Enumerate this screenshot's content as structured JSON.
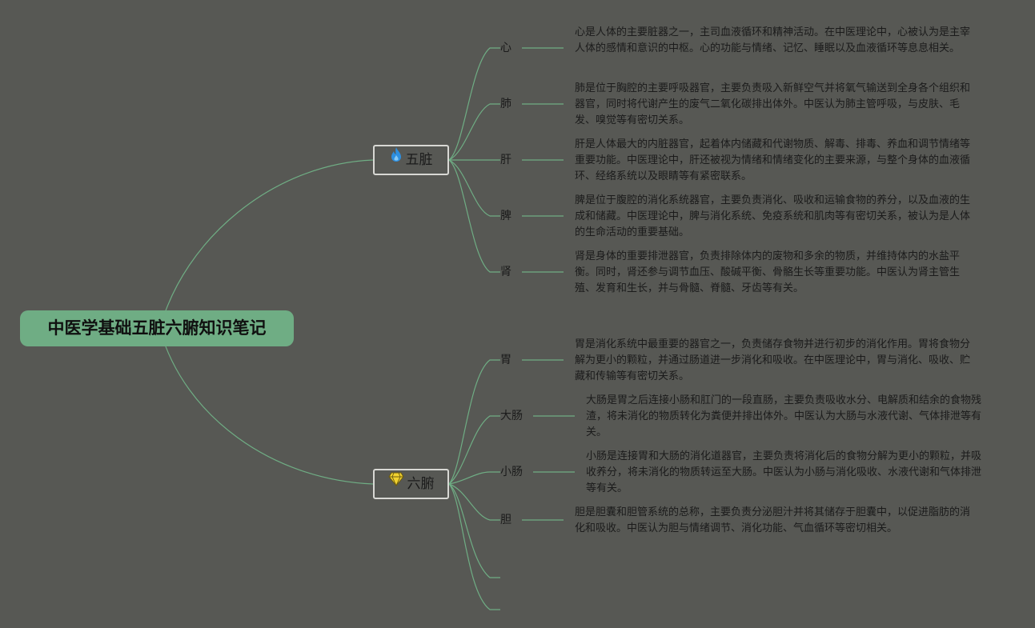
{
  "root": {
    "title": "中医学基础五脏六腑知识笔记"
  },
  "branches": {
    "zang": {
      "label": "五脏",
      "icon": "fire-icon",
      "icon_color": "#2d8fe0"
    },
    "fu": {
      "label": "六腑",
      "icon": "diamond-icon",
      "icon_color": "#f1d230"
    }
  },
  "zang_items": [
    {
      "name": "心",
      "desc": "心是人体的主要脏器之一，主司血液循环和精神活动。在中医理论中，心被认为是主宰人体的感情和意识的中枢。心的功能与情绪、记忆、睡眠以及血液循环等息息相关。"
    },
    {
      "name": "肺",
      "desc": "肺是位于胸腔的主要呼吸器官，主要负责吸入新鲜空气并将氧气输送到全身各个组织和器官，同时将代谢产生的废气二氧化碳排出体外。中医认为肺主管呼吸，与皮肤、毛发、嗅觉等有密切关系。"
    },
    {
      "name": "肝",
      "desc": "肝是人体最大的内脏器官，起着体内储藏和代谢物质、解毒、排毒、养血和调节情绪等重要功能。中医理论中，肝还被视为情绪和情绪变化的主要来源，与整个身体的血液循环、经络系统以及眼睛等有紧密联系。"
    },
    {
      "name": "脾",
      "desc": "脾是位于腹腔的消化系统器官，主要负责消化、吸收和运输食物的养分，以及血液的生成和储藏。中医理论中，脾与消化系统、免疫系统和肌肉等有密切关系，被认为是人体的生命活动的重要基础。"
    },
    {
      "name": "肾",
      "desc": "肾是身体的重要排泄器官，负责排除体内的废物和多余的物质，并维持体内的水盐平衡。同时，肾还参与调节血压、酸碱平衡、骨骼生长等重要功能。中医认为肾主管生殖、发育和生长，并与骨髓、脊髓、牙齿等有关。"
    }
  ],
  "fu_items": [
    {
      "name": "胃",
      "desc": "胃是消化系统中最重要的器官之一，负责储存食物并进行初步的消化作用。胃将食物分解为更小的颗粒，并通过肠道进一步消化和吸收。在中医理论中，胃与消化、吸收、贮藏和传输等有密切关系。"
    },
    {
      "name": "大肠",
      "desc": "大肠是胃之后连接小肠和肛门的一段直肠，主要负责吸收水分、电解质和结余的食物残渣，将未消化的物质转化为粪便并排出体外。中医认为大肠与水液代谢、气体排泄等有关。"
    },
    {
      "name": "小肠",
      "desc": "小肠是连接胃和大肠的消化道器官，主要负责将消化后的食物分解为更小的颗粒，并吸收养分，将未消化的物质转运至大肠。中医认为小肠与消化吸收、水液代谢和气体排泄等有关。"
    },
    {
      "name": "胆",
      "desc": "胆是胆囊和胆管系统的总称，主要负责分泌胆汁并将其储存于胆囊中，以促进脂肪的消化和吸收。中医认为胆与情绪调节、消化功能、气血循环等密切相关。"
    },
    {
      "name": "",
      "desc": ""
    },
    {
      "name": "",
      "desc": ""
    }
  ],
  "colors": {
    "background": "#575854",
    "connector": "#6fad84",
    "root_fill": "#6fad84",
    "branch_border": "#d8d8d4",
    "text": "#1b1b1b"
  }
}
